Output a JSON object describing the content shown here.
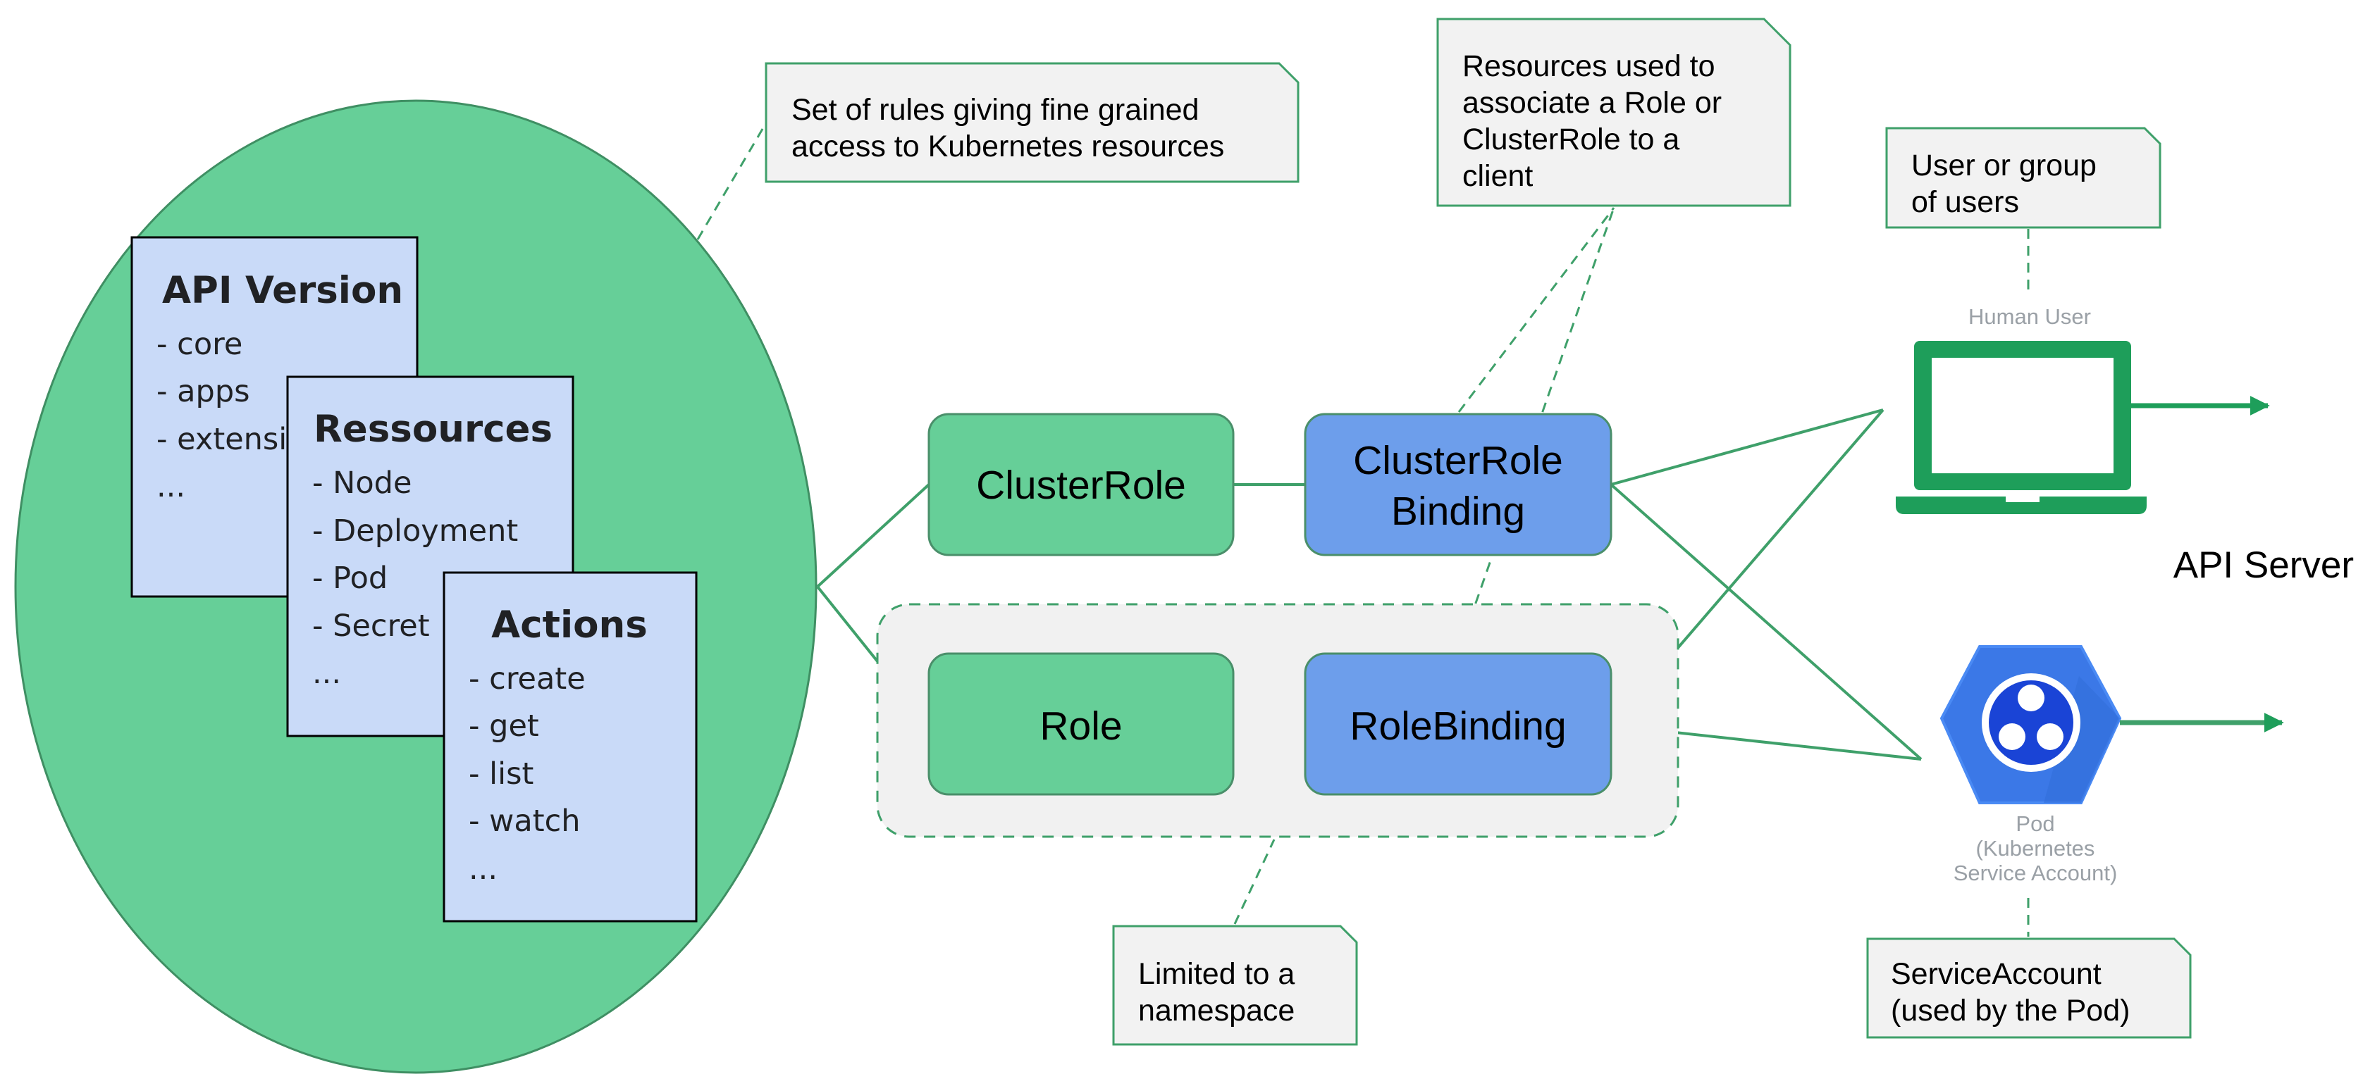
{
  "colors": {
    "ellipse_fill": "#66cf98",
    "ellipse_stroke": "#3f8f63",
    "card_fill": "#c9daf8",
    "role_fill": "#66cf98",
    "binding_fill": "#6d9eeb",
    "node_stroke": "#4a8f6a",
    "note_fill": "#f2f2f2",
    "note_stroke": "#3fa06a",
    "namespace_fill": "#f1f1f1",
    "connector": "#3fa06a",
    "laptop": "#1e9e5a",
    "pod_hex": "#3b78e7"
  },
  "cards": {
    "api_version": {
      "title": "API Version",
      "items": [
        "- core",
        "- apps",
        "- extensi",
        "..."
      ]
    },
    "resources": {
      "title": "Ressources",
      "items": [
        "- Node",
        "- Deployment",
        "- Pod",
        "- Secret",
        "..."
      ]
    },
    "actions": {
      "title": "Actions",
      "items": [
        "- create",
        "- get",
        "- list",
        "- watch",
        "..."
      ]
    }
  },
  "nodes": {
    "cluster_role": "ClusterRole",
    "cluster_role_binding": [
      "ClusterRole",
      "Binding"
    ],
    "role": "Role",
    "role_binding": "RoleBinding"
  },
  "notes": {
    "rules": [
      "Set of rules giving fine grained",
      "access to Kubernetes resources"
    ],
    "bindings": [
      "Resources used to",
      "associate a Role or",
      "ClusterRole to a",
      "client"
    ],
    "user": [
      "User or group",
      "of users"
    ],
    "namespace": [
      "Limited to a",
      "namespace"
    ],
    "service_account": [
      "ServiceAccount",
      "(used by the Pod)"
    ]
  },
  "icons": {
    "human_user": {
      "icon": "laptop-icon",
      "label": "Human User"
    },
    "pod": {
      "icon": "pod-hexagon-icon",
      "label": [
        "Pod",
        "(Kubernetes",
        "Service Account)"
      ]
    }
  },
  "api_server_label": "API Server"
}
